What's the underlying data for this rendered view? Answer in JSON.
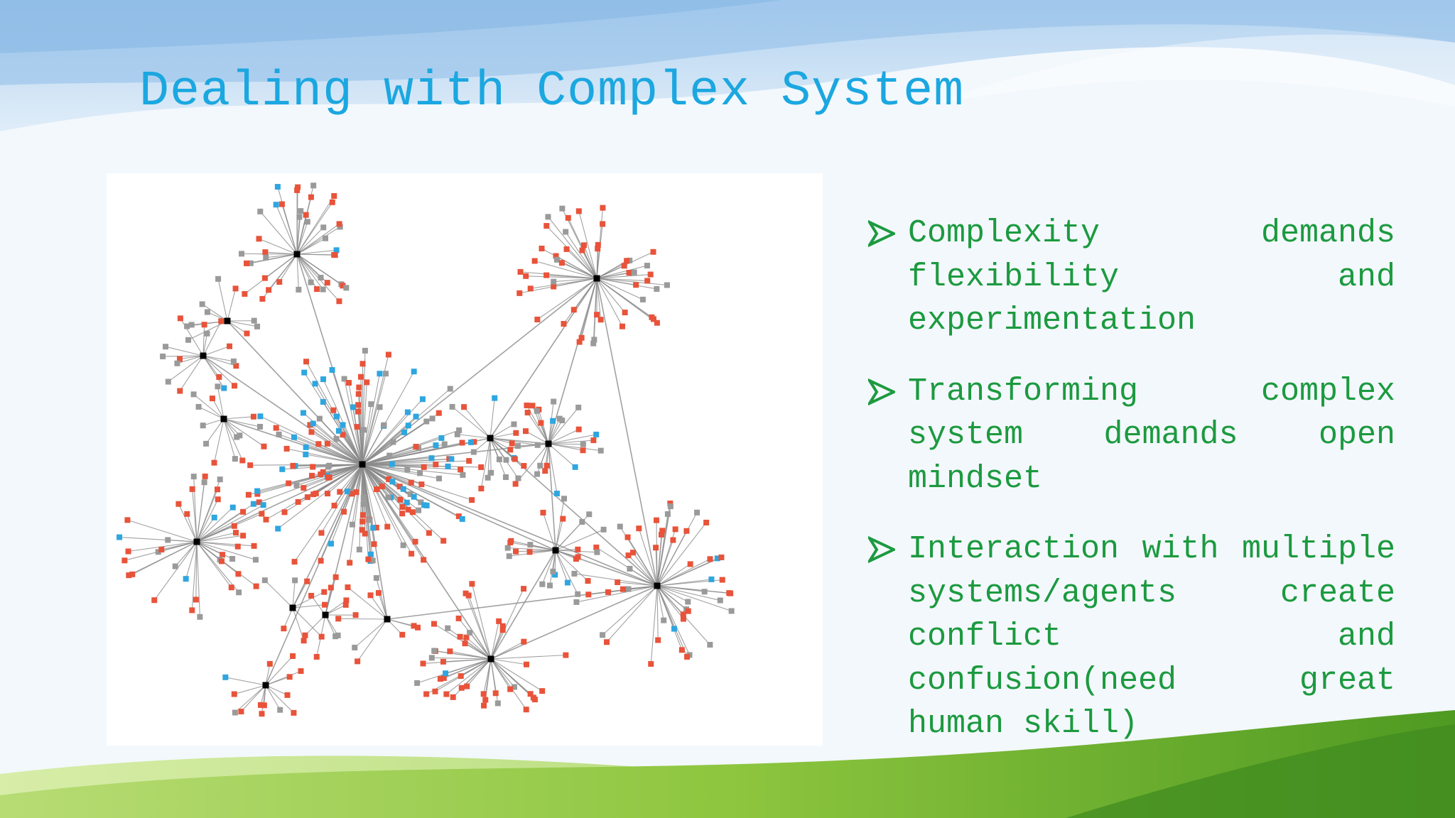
{
  "slide": {
    "title": "Dealing with Complex System",
    "colors": {
      "title": "#1ba7e0",
      "bullet_text": "#1c9a3f",
      "bullet_marker": "#1c9a3f",
      "node_orange": "#e8533a",
      "node_gray": "#9a9a9a",
      "node_blue": "#2ea6e0",
      "hub": "#000000",
      "edge": "#8a8a8a"
    },
    "bullet_marker_icon": "arrowhead-icon",
    "bullets": [
      "Complexity demands flexibility and experimentation",
      "Transforming complex system demands open mindset",
      "Interaction with multiple systems/agents create conflict and confusion(need great human skill)"
    ]
  }
}
